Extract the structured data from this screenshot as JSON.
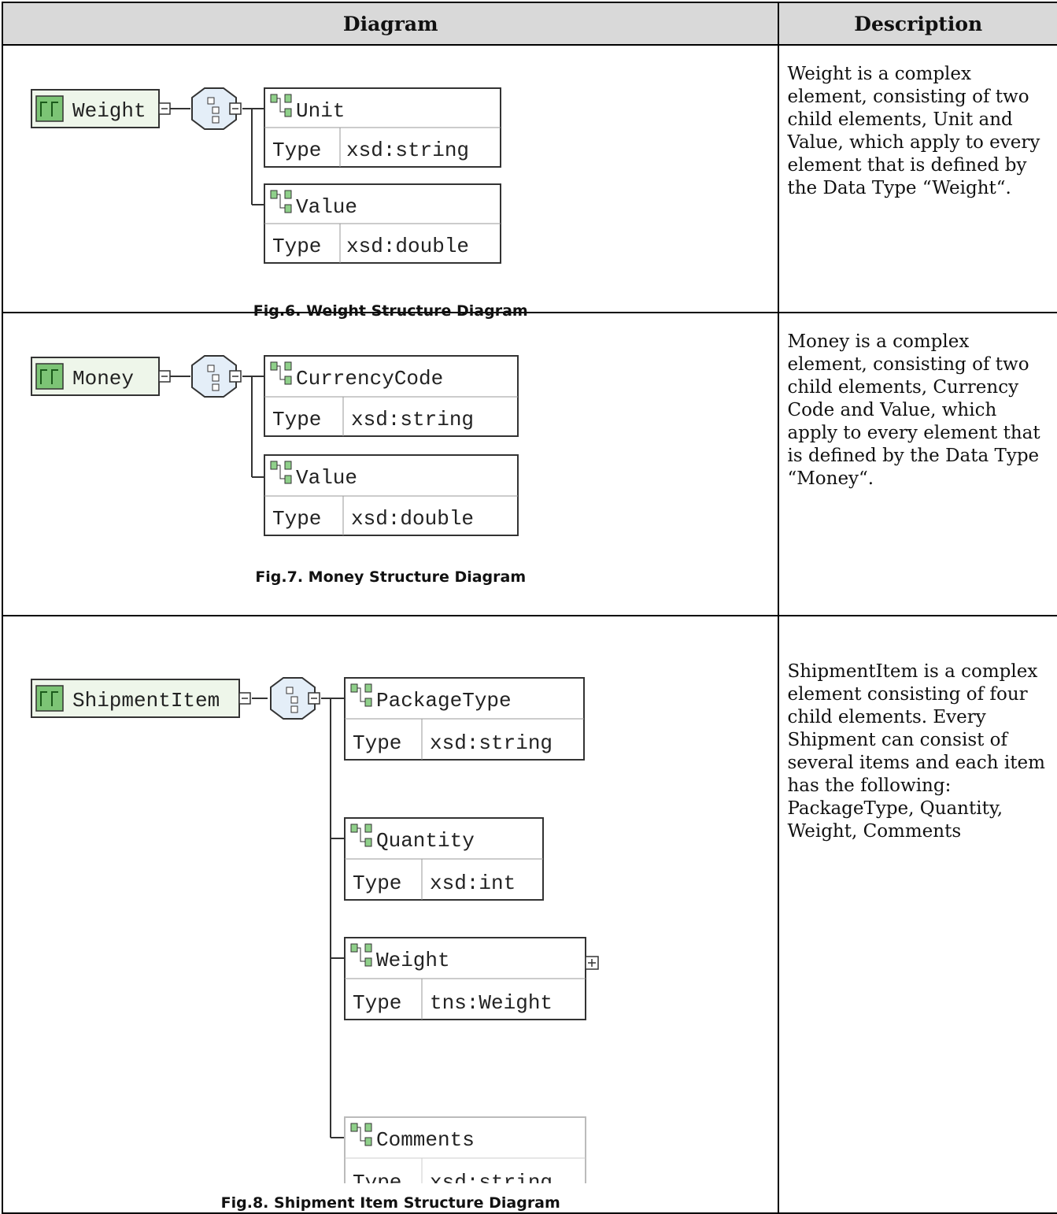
{
  "header": {
    "diagram": "Diagram",
    "description": "Description"
  },
  "rows": [
    {
      "root": "Weight",
      "children": [
        {
          "name": "Unit",
          "type_label": "Type",
          "type_value": "xsd:string"
        },
        {
          "name": "Value",
          "type_label": "Type",
          "type_value": "xsd:double"
        }
      ],
      "caption": "Fig.6. Weight Structure Diagram",
      "description": "Weight is a complex element, consisting of two child elements, Unit and Value, which apply to every element that is defined by the Data Type “Weight“."
    },
    {
      "root": "Money",
      "children": [
        {
          "name": "CurrencyCode",
          "type_label": "Type",
          "type_value": "xsd:string"
        },
        {
          "name": "Value",
          "type_label": "Type",
          "type_value": "xsd:double"
        }
      ],
      "caption": "Fig.7. Money Structure Diagram",
      "description": "Money is a complex element, consisting of two child elements, Currency Code and Value, which apply to every element that is defined by the Data Type “Money“."
    },
    {
      "root": "ShipmentItem",
      "children": [
        {
          "name": "PackageType",
          "type_label": "Type",
          "type_value": "xsd:string"
        },
        {
          "name": "Quantity",
          "type_label": "Type",
          "type_value": "xsd:int"
        },
        {
          "name": "Weight",
          "type_label": "Type",
          "type_value": "tns:Weight"
        },
        {
          "name": "Comments",
          "type_label": "Type",
          "type_value": "xsd:string"
        }
      ],
      "caption": "Fig.8. Shipment Item Structure Diagram",
      "description": "ShipmentItem is a complex element consisting of four child elements. Every Shipment can consist of several items and each item has the following: PackageType, Quantity, Weight, Comments"
    }
  ]
}
